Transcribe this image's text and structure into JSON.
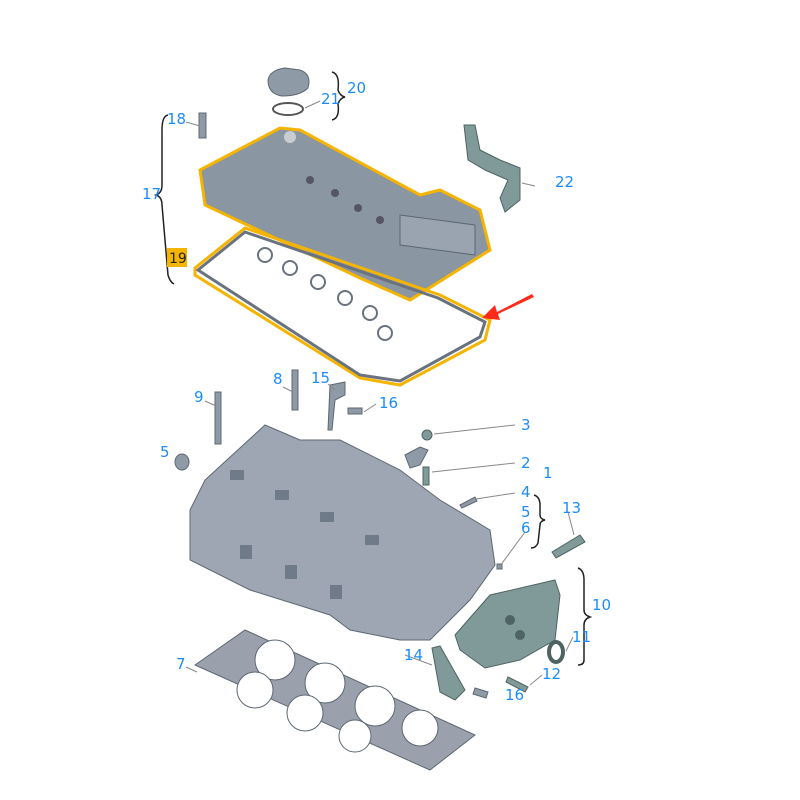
{
  "diagram": {
    "callouts": {
      "c1": "1",
      "c2": "2",
      "c3": "3",
      "c4": "4",
      "c5a": "5",
      "c5b": "5",
      "c6": "6",
      "c7": "7",
      "c8": "8",
      "c9": "9",
      "c10": "10",
      "c11": "11",
      "c12": "12",
      "c13": "13",
      "c14": "14",
      "c15": "15",
      "c16a": "16",
      "c16b": "16",
      "c17": "17",
      "c18": "18",
      "c19": "19",
      "c20": "20",
      "c21": "21",
      "c22": "22"
    },
    "colors": {
      "callout": "#1a8cff",
      "highlight_outline": "#f5b400",
      "highlight_label_bg": "#f5b400",
      "arrow": "#ff2a1a"
    },
    "highlighted_part": "19"
  }
}
